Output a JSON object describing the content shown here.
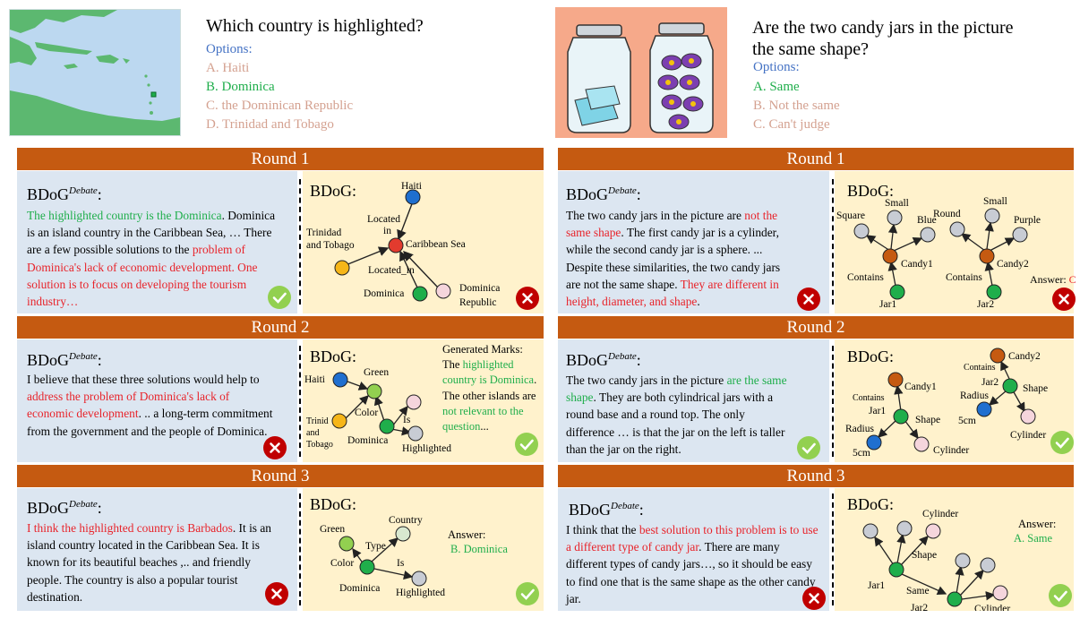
{
  "left": {
    "question": "Which country is highlighted?",
    "options_label": "Options:",
    "options": [
      "A. Haiti",
      "B. Dominica",
      "C. the Dominican Republic",
      "D. Trinidad and Tobago"
    ],
    "rounds": [
      {
        "title": "Round 1",
        "debate_head": "BDoG",
        "debate_sup": "Debate",
        "debate_suffix": ":",
        "text_parts": [
          {
            "t": "The highlighted country is the Dominica",
            "c": "green"
          },
          {
            "t": ". Dominica is an island country in the Caribbean Sea, … There are a few possible solutions to the ",
            "c": "black"
          },
          {
            "t": "problem of Dominica's lack of economic development. One solution is to focus on developing the tourism industry…",
            "c": "red"
          }
        ],
        "debate_result": "check",
        "graph_head": "BDoG:",
        "graph_labels": {
          "n1": "Haiti",
          "n2": "Trinidad and Tobago",
          "n2a": "Trinidad",
          "n2b": "and Tobago",
          "n3": "Caribbean Sea",
          "n4": "Dominica",
          "n5a": "Dominica",
          "n5b": "Republic",
          "e1a": "Located",
          "e1b": "in",
          "e2": "Located_in"
        },
        "graph_result": "cross"
      },
      {
        "title": "Round 2",
        "debate_head": "BDoG",
        "debate_sup": "Debate",
        "debate_suffix": ":",
        "text_parts": [
          {
            "t": "I believe that these three solutions would help to ",
            "c": "black"
          },
          {
            "t": "address the problem of Dominica's lack of economic development",
            "c": "red"
          },
          {
            "t": ". .. a long-term commitment from the government and the people of Dominica.",
            "c": "black"
          }
        ],
        "debate_result": "cross",
        "graph_head": "BDoG:",
        "graph_labels": {
          "haiti": "Haiti",
          "green": "Green",
          "tri_a": "Trinid",
          "tri_b": "and",
          "tri_c": "Tobago",
          "color": "Color",
          "is": "Is",
          "dominica": "Dominica",
          "highlighted": "Highlighted"
        },
        "marks_title": "Generated Marks:",
        "marks_parts": [
          {
            "t": "The ",
            "c": "black"
          },
          {
            "t": "highlighted country is Dominica",
            "c": "green"
          },
          {
            "t": ". The other islands are ",
            "c": "black"
          },
          {
            "t": "not relevant to the question",
            "c": "green"
          },
          {
            "t": "...",
            "c": "black"
          }
        ],
        "graph_result": "check"
      },
      {
        "title": "Round 3",
        "debate_head": "BDoG",
        "debate_sup": "Debate",
        "debate_suffix": ":",
        "text_parts": [
          {
            "t": "I think the highlighted country is Barbados",
            "c": "red"
          },
          {
            "t": ". It is an island country located in the Caribbean Sea. It is known for its beautiful beaches ,.. and friendly people. The country is also a popular tourist destination.",
            "c": "black"
          }
        ],
        "debate_result": "cross",
        "graph_head": "BDoG:",
        "graph_labels": {
          "green": "Green",
          "country": "Country",
          "type": "Type",
          "color": "Color",
          "is": "Is",
          "dominica": "Dominica",
          "highlighted": "Highlighted"
        },
        "answer_label": "Answer:",
        "answer_value": "B. Dominica",
        "graph_result": "check"
      }
    ]
  },
  "right": {
    "question_line1": "Are the two candy jars in the picture",
    "question_line2": "the same shape?",
    "options_label": "Options:",
    "options": [
      "A. Same",
      "B. Not the same",
      "C. Can't judge"
    ],
    "rounds": [
      {
        "title": "Round 1",
        "debate_head": "BDoG",
        "debate_sup": "Debate",
        "debate_suffix": ":",
        "text_parts": [
          {
            "t": "The two candy jars in the picture are ",
            "c": "black"
          },
          {
            "t": "not the same shape",
            "c": "red"
          },
          {
            "t": ". The first candy jar is a cylinder, while the second candy jar is a sphere. ... Despite these similarities, the two candy jars are not the same shape. ",
            "c": "black"
          },
          {
            "t": "They are different in height, diameter, and shape",
            "c": "red"
          },
          {
            "t": ".",
            "c": "black"
          }
        ],
        "debate_result": "cross",
        "graph_head": "BDoG:",
        "graph_labels": {
          "square": "Square",
          "small1": "Small",
          "blue": "Blue",
          "candy1": "Candy1",
          "contains1": "Contains",
          "jar1": "Jar1",
          "round": "Round",
          "small2": "Small",
          "purple": "Purple",
          "candy2": "Candy2",
          "contains2": "Contains",
          "jar2": "Jar2"
        },
        "answer_label": "Answer:",
        "answer_value": "C",
        "graph_result": "cross"
      },
      {
        "title": "Round 2",
        "debate_head": "BDoG",
        "debate_sup": "Debate",
        "debate_suffix": ":",
        "text_parts": [
          {
            "t": "The two candy jars in the picture ",
            "c": "black"
          },
          {
            "t": "are the same shape",
            "c": "green"
          },
          {
            "t": ". They are both cylindrical jars with a round base and a round top. The only difference … is that the jar on the left is taller than the jar on the right.",
            "c": "black"
          }
        ],
        "debate_result": "check",
        "graph_head": "BDoG:",
        "graph_labels": {
          "candy1": "Candy1",
          "contains1": "Contains",
          "jar1": "Jar1",
          "radius1": "Radius",
          "shape1": "Shape",
          "fivecm1": "5cm",
          "cylinder1": "Cylinder",
          "candy2": "Candy2",
          "contains2": "Contains",
          "jar2": "Jar2",
          "radius2": "Radius",
          "shape2": "Shape",
          "fivecm2": "5cm",
          "cylinder2": "Cylinder"
        },
        "graph_result": "check"
      },
      {
        "title": "Round 3",
        "debate_head": "BDoG",
        "debate_sup": "Debate",
        "debate_suffix": ":",
        "text_parts": [
          {
            "t": "I think that the ",
            "c": "black"
          },
          {
            "t": "best solution to this problem is to use a different type of candy jar",
            "c": "red"
          },
          {
            "t": ". There are many different types of candy jars…, so it should be easy to find one that is the same shape as the other candy jar.",
            "c": "black"
          }
        ],
        "debate_result": "cross",
        "graph_head": "BDoG:",
        "graph_labels": {
          "cylinder1": "Cylinder",
          "shape": "Shape",
          "jar1": "Jar1",
          "same": "Same",
          "jar2": "Jar2",
          "cylinder2": "Cylinder"
        },
        "answer_label": "Answer:",
        "answer_value": "A. Same",
        "graph_result": "check"
      }
    ]
  },
  "colors": {
    "round_bar": "#c55a11",
    "debate_bg": "#dce6f1",
    "graph_bg": "#fff2cc",
    "node_green": "#1fae4b",
    "node_blue": "#1f6fcf",
    "node_orange": "#c55a11",
    "node_gold": "#f6b619",
    "node_red": "#e23b2e",
    "node_pink": "#f5d5dc",
    "node_gray": "#c8ccd4",
    "node_light_green": "#92d050",
    "check": "#92d050",
    "cross": "#c00000"
  }
}
